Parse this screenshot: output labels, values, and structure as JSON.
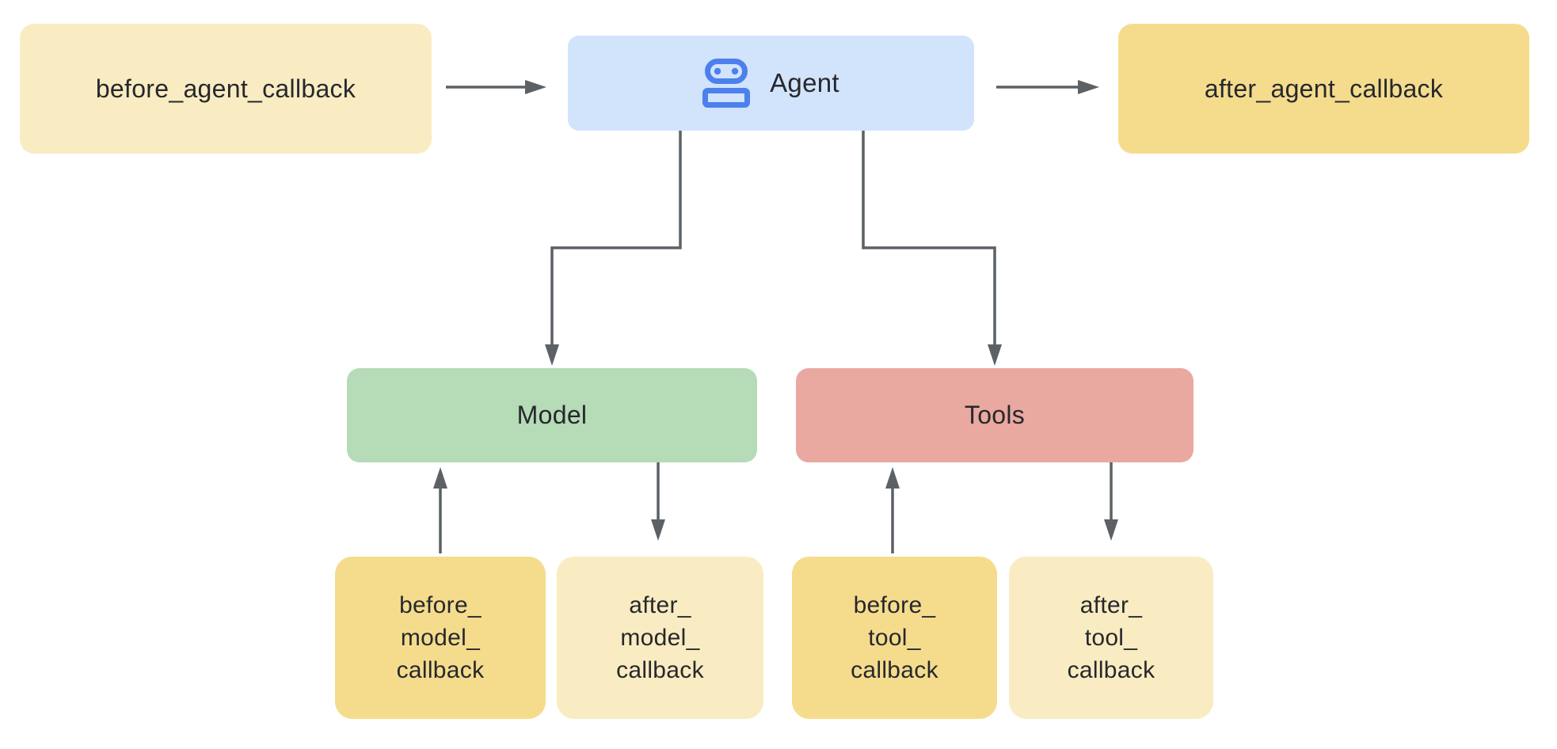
{
  "title": "Agent callbacks flow diagram",
  "colors": {
    "canvas_bg": "#ffffff",
    "text": "#26282c",
    "arrow": "#5c6166",
    "agent_bg": "#d2e3fc",
    "icon_blue": "#4c80ec",
    "light_yellow": "#faecc2",
    "dark_yellow": "#f5dc8d",
    "green": "#b5dbb7",
    "red": "#e9a8a0"
  },
  "nodes": {
    "before_agent": {
      "label": "before_agent_callback",
      "color_role": "light_yellow"
    },
    "agent": {
      "label": "Agent",
      "icon": "robot-icon",
      "color_role": "agent_bg"
    },
    "after_agent": {
      "label": "after_agent_callback",
      "color_role": "dark_yellow"
    },
    "model": {
      "label": "Model",
      "color_role": "green"
    },
    "tools": {
      "label": "Tools",
      "color_role": "red"
    },
    "before_model": {
      "label": "before_\nmodel_\ncallback",
      "color_role": "dark_yellow"
    },
    "after_model": {
      "label": "after_\nmodel_\ncallback",
      "color_role": "light_yellow"
    },
    "before_tool": {
      "label": "before_\ntool_\ncallback",
      "color_role": "dark_yellow"
    },
    "after_tool": {
      "label": "after_\ntool_\ncallback",
      "color_role": "light_yellow"
    }
  },
  "edges": [
    {
      "from": "before_agent",
      "to": "agent",
      "direction": "right"
    },
    {
      "from": "agent",
      "to": "after_agent",
      "direction": "right"
    },
    {
      "from": "agent",
      "to": "model",
      "direction": "down-elbow"
    },
    {
      "from": "agent",
      "to": "tools",
      "direction": "down-elbow"
    },
    {
      "from": "before_model",
      "to": "model",
      "direction": "up"
    },
    {
      "from": "model",
      "to": "after_model",
      "direction": "down"
    },
    {
      "from": "before_tool",
      "to": "tools",
      "direction": "up"
    },
    {
      "from": "tools",
      "to": "after_tool",
      "direction": "down"
    }
  ]
}
